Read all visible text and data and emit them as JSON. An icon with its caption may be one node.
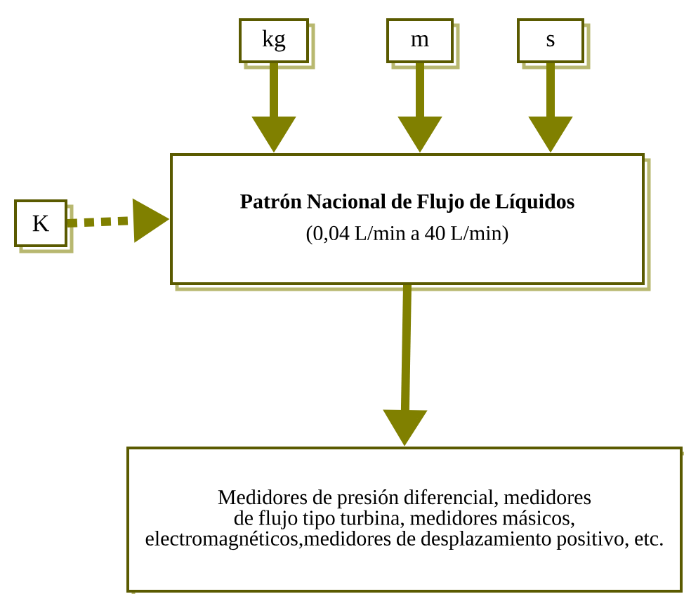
{
  "diagram": {
    "nodes": [
      {
        "text": [
          "kg"
        ]
      },
      {
        "text": [
          "m"
        ]
      },
      {
        "text": [
          "s"
        ]
      },
      {
        "text": [
          "K"
        ]
      },
      {
        "text": [
          "Patrón Nacional de Flujo de Líquidos",
          "(0,04 L/min a 40 L/min)"
        ]
      },
      {
        "text": [
          "Medidores de presión diferencial, medidores de flujo tipo turbina, medidores másicos, electromagnéticos,medidores de desplazamiento positivo, etc."
        ]
      }
    ],
    "edges": [
      {
        "from": 0,
        "to": 4,
        "arrow": "to"
      },
      {
        "from": 1,
        "to": 4,
        "arrow": "to"
      },
      {
        "from": 2,
        "to": 4,
        "arrow": "to"
      },
      {
        "from": 3,
        "to": 4,
        "arrow": "to",
        "style": "dashed"
      },
      {
        "from": 4,
        "to": 5,
        "arrow": "to"
      }
    ]
  }
}
